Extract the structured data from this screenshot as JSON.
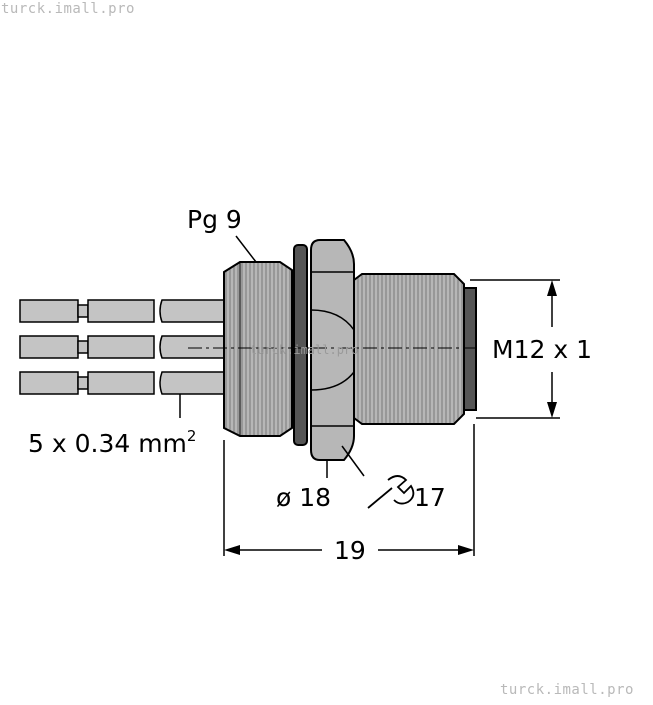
{
  "watermark": {
    "top": "turck.imall.pro",
    "bottom": "turck.imall.pro",
    "center": "turck.imall.pro"
  },
  "labels": {
    "thread_pg": "Pg 9",
    "thread_m12": "M12 x 1",
    "wire": "5 x 0.34 mm",
    "wire_sup": "2",
    "diameter": "ø 18",
    "wrench": "17",
    "length": "19"
  },
  "colors": {
    "body": "#b7b7b7",
    "outline": "#000000",
    "ring": "#555555",
    "wire": "#c4c4c4"
  },
  "icons": {
    "wrench": "wrench-icon"
  }
}
